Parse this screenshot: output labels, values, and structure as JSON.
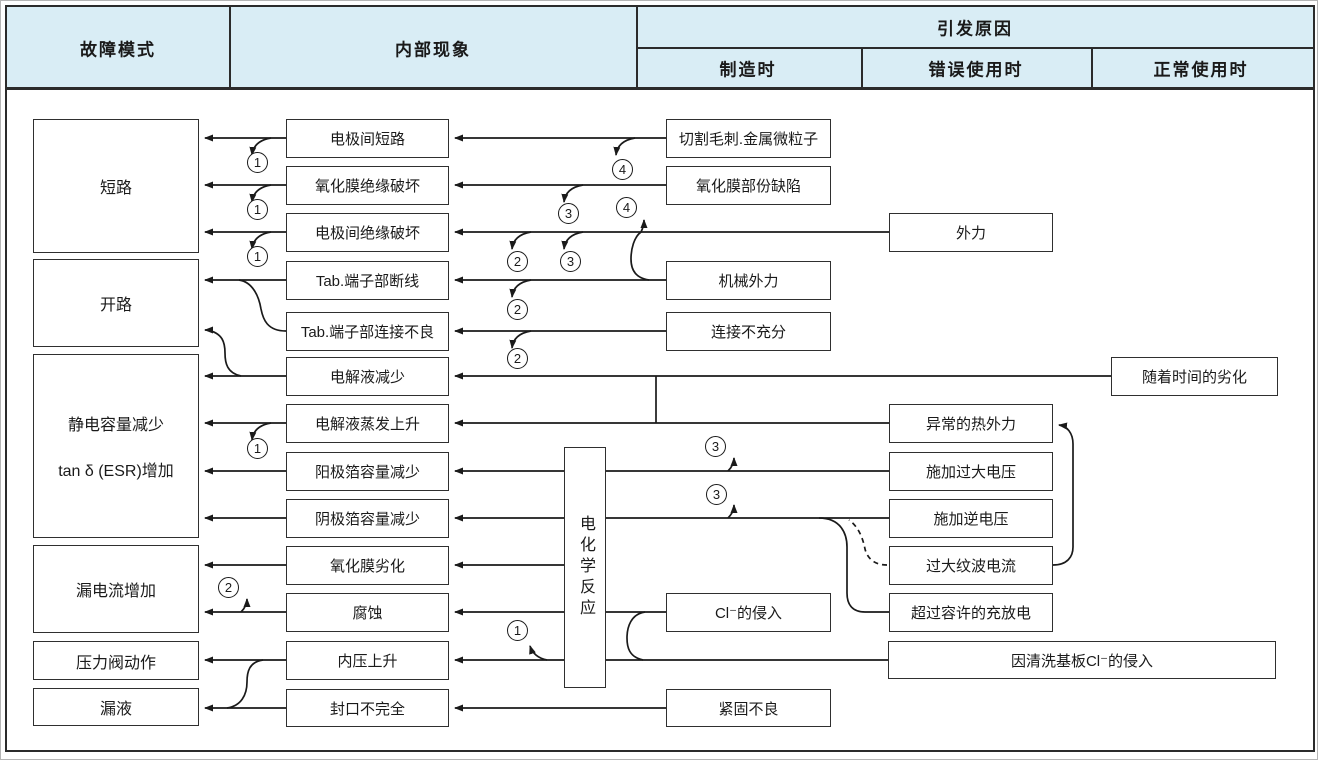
{
  "header": {
    "col_failure_mode": "故障模式",
    "col_internal_phenomenon": "内部现象",
    "col_trigger_cause": "引发原因",
    "sub_manufacturing": "制造时",
    "sub_misuse": "错误使用时",
    "sub_normal_use": "正常使用时"
  },
  "colors": {
    "header_bg": "#d9edf5",
    "line": "#1a1a1a",
    "box_border": "#2f2f2f"
  },
  "nodes": {
    "failure": {
      "short_circuit": "短路",
      "open_circuit": "开路",
      "capacitance_line1": "静电容量减少",
      "capacitance_line2": "tan δ (ESR)增加",
      "leakage_current": "漏电流增加",
      "pressure_valve": "压力阀动作",
      "liquid_leak": "漏液"
    },
    "internal": {
      "electrode_short": "电极间短路",
      "oxide_insulation_break": "氧化膜绝缘破坏",
      "electrode_insulation_break": "电极间绝缘破坏",
      "tab_wire_break": "Tab.端子部断线",
      "tab_bad_connection": "Tab.端子部连接不良",
      "electrolyte_decrease": "电解液减少",
      "electrolyte_evaporation": "电解液蒸发上升",
      "anode_foil_decrease": "阳极箔容量减少",
      "cathode_foil_decrease": "阴极箔容量减少",
      "oxide_degradation": "氧化膜劣化",
      "corrosion": "腐蚀",
      "internal_pressure_rise": "内压上升",
      "incomplete_seal": "封口不完全",
      "electrochemical_reaction": "电化学反应"
    },
    "manufacturing": {
      "cutting_burr_particles": "切割毛刺.金属微粒子",
      "oxide_partial_defect": "氧化膜部份缺陷",
      "mechanical_force": "机械外力",
      "insufficient_connection": "连接不充分",
      "cl_invasion": "Cl⁻的侵入",
      "loose_fastening": "紧固不良"
    },
    "misuse": {
      "external_force": "外力",
      "abnormal_thermal_force": "异常的热外力",
      "excessive_voltage": "施加过大电压",
      "reverse_voltage": "施加逆电压",
      "excessive_ripple_current": "过大纹波电流",
      "over_charge_discharge": "超过容许的充放电"
    },
    "normal_use": {
      "aging_over_time": "随着时间的劣化",
      "board_cleaning_cl_invasion": "因清洗基板Cl⁻的侵入"
    }
  },
  "badges": {
    "n1": "1",
    "n2": "2",
    "n3": "3",
    "n4": "4"
  }
}
